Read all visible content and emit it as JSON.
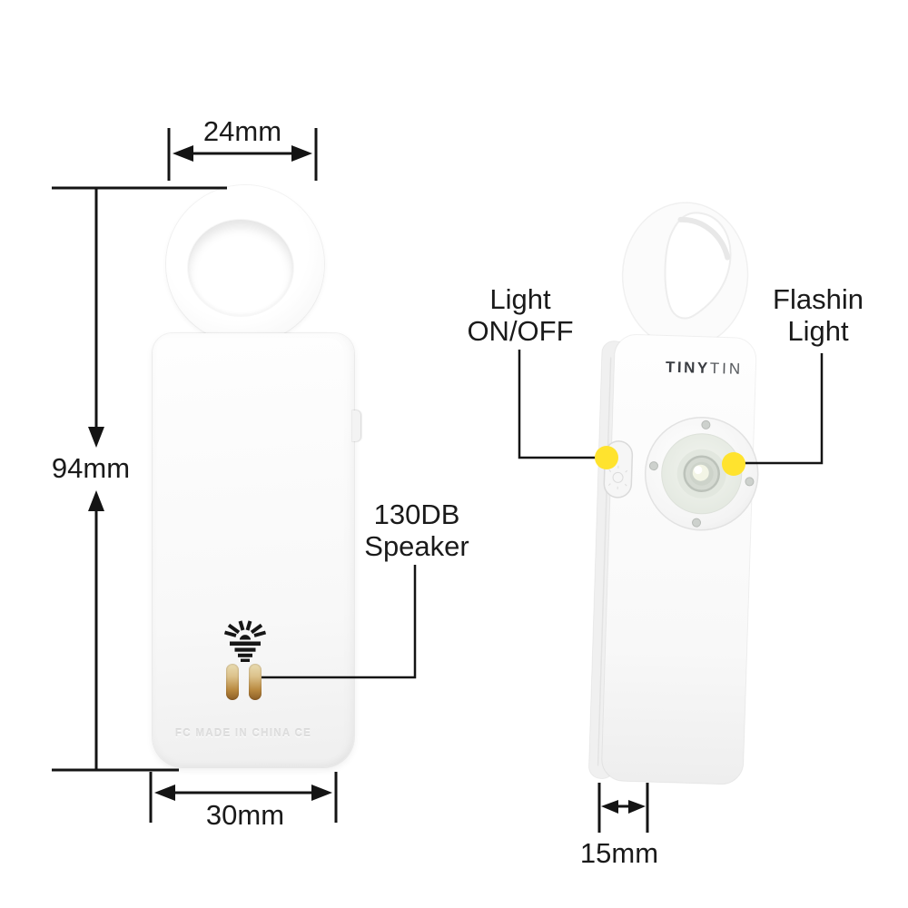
{
  "dimensions": {
    "ring_width": "24mm",
    "body_height": "94mm",
    "body_width": "30mm",
    "depth": "15mm"
  },
  "callouts": {
    "light_switch_line1": "Light",
    "light_switch_line2": "ON/OFF",
    "flashlight_line1": "Flashin",
    "flashlight_line2": "Light",
    "speaker_line1": "130DB",
    "speaker_line2": "Speaker"
  },
  "device": {
    "brand_bold": "TINY",
    "brand_light": "TIN",
    "embossed_text": "FC MADE IN CHINA CE"
  },
  "icons": {
    "siren_speaker": "siren-speaker-icon",
    "flashlight_lens": "flashlight-lens-icon",
    "light_button": "light-button-icon",
    "screw": "screw-icon",
    "dimension_arrow": "arrow-line-icon"
  },
  "colors": {
    "marker_yellow": "#FFE32E",
    "line_black": "#141414",
    "slot_gold_top": "#EADCB2",
    "slot_gold_bottom": "#8C5E26",
    "body_white": "#FAFAFA"
  }
}
